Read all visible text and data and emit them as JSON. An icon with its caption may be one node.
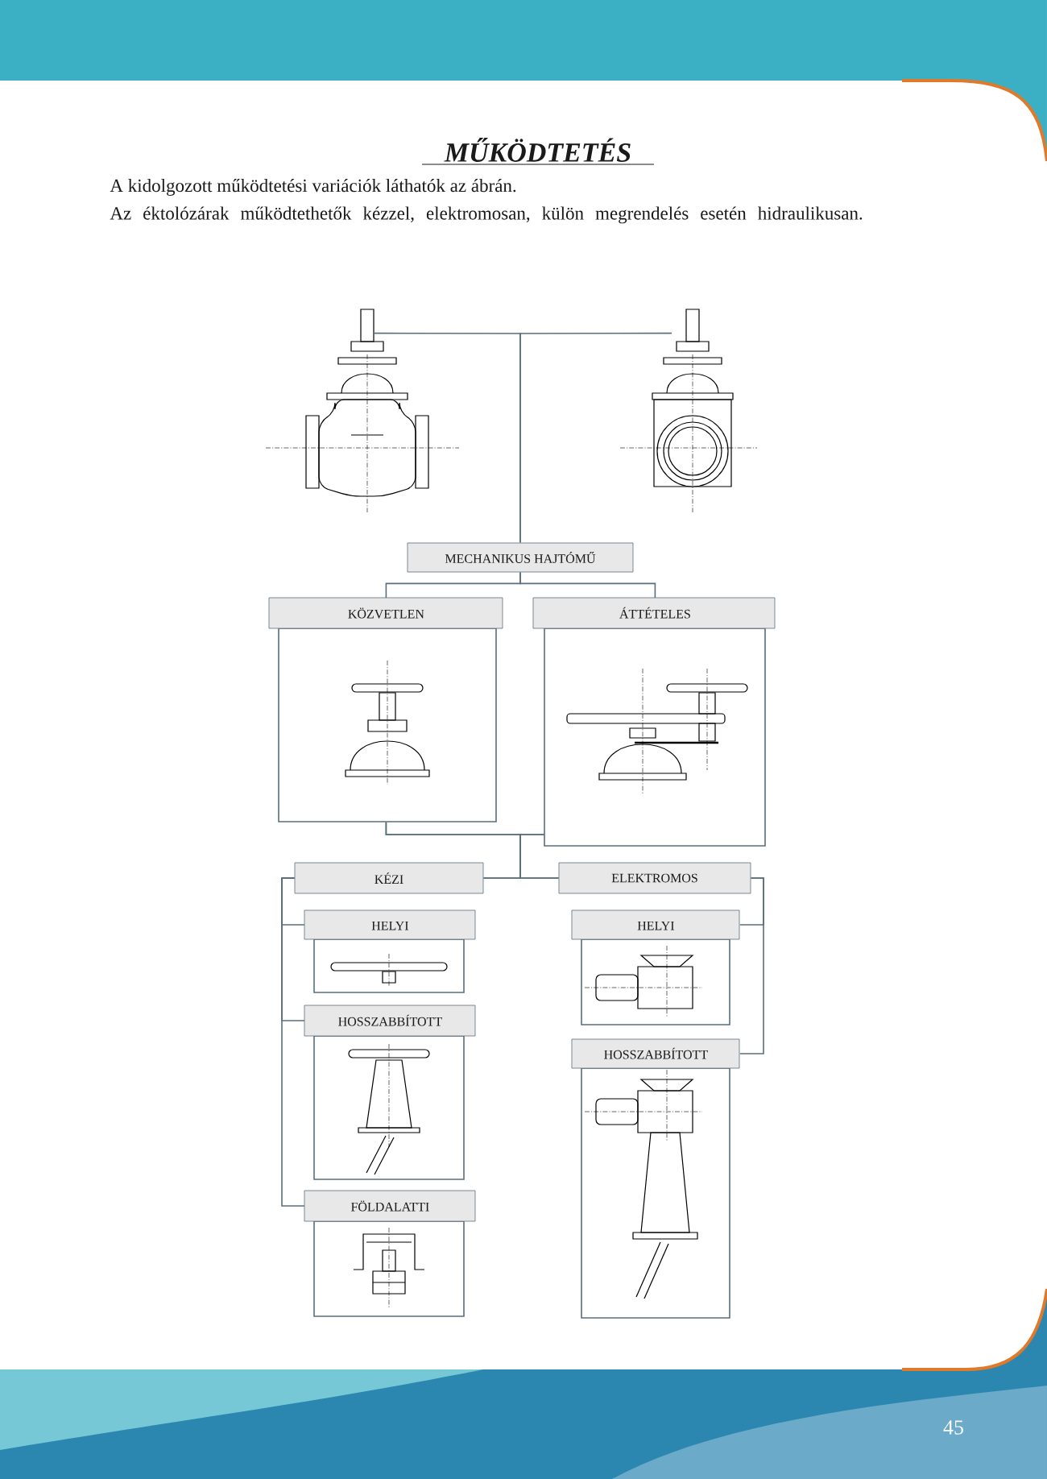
{
  "diagram": {
    "title": "MŰKÖDTETÉS",
    "nodes": [
      {
        "text": [],
        "shape": "picture"
      },
      {
        "text": [],
        "shape": "picture"
      },
      {
        "text": [
          "MECHANIKUS HAJTÓMŰ"
        ]
      },
      {
        "text": [
          "KÖZVETLEN"
        ]
      },
      {
        "text": [
          "ÁTTÉTELES"
        ]
      },
      {
        "text": [
          "KÉZI"
        ]
      },
      {
        "text": [
          "ELEKTROMOS"
        ]
      },
      {
        "text": [
          "HELYI"
        ]
      },
      {
        "text": [
          "HOSSZABBÍTOTT"
        ]
      },
      {
        "text": [
          "FÖLDALATTI"
        ]
      },
      {
        "text": [
          "HELYI"
        ]
      },
      {
        "text": [
          "HOSSZABBÍTOTT"
        ]
      }
    ],
    "edges": [
      {
        "from": 0,
        "to": 2,
        "arrow": "none"
      },
      {
        "from": 1,
        "to": 2,
        "arrow": "none"
      },
      {
        "from": 2,
        "to": 3,
        "arrow": "none"
      },
      {
        "from": 2,
        "to": 4,
        "arrow": "none"
      },
      {
        "from": 3,
        "to": 5,
        "arrow": "none"
      },
      {
        "from": 3,
        "to": 6,
        "arrow": "none"
      },
      {
        "from": 4,
        "to": 5,
        "arrow": "none"
      },
      {
        "from": 4,
        "to": 6,
        "arrow": "none"
      },
      {
        "from": 5,
        "to": 7,
        "arrow": "none"
      },
      {
        "from": 5,
        "to": 8,
        "arrow": "none"
      },
      {
        "from": 5,
        "to": 9,
        "arrow": "none"
      },
      {
        "from": 6,
        "to": 10,
        "arrow": "none"
      },
      {
        "from": 6,
        "to": 11,
        "arrow": "none"
      }
    ],
    "labels": [
      "A kidolgozott működtetési variációk láthatók az ábrán.",
      "Az éktolózárak működtethetők kézzel, elektromosan, külön megrendelés esetén hidraulikusan.",
      "45"
    ]
  }
}
